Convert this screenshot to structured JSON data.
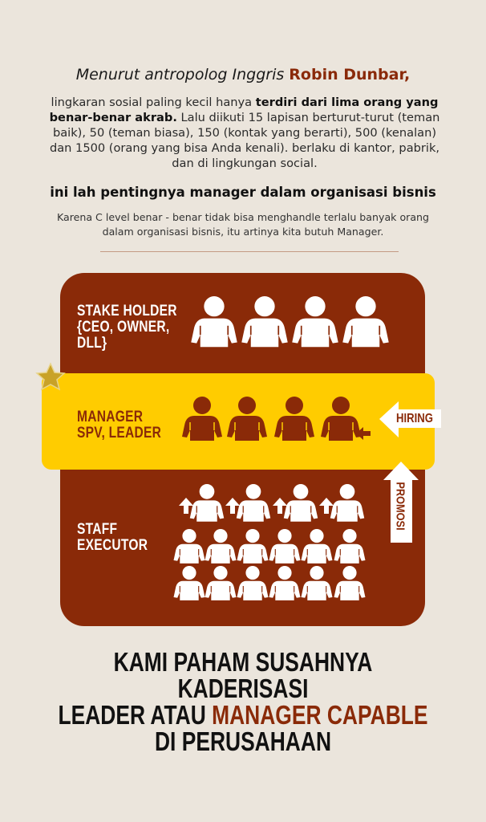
{
  "intro": {
    "title_prefix": "Menurut antropolog Inggris",
    "title_highlight": "Robin Dunbar,",
    "para_1": "lingkaran sosial paling kecil hanya",
    "para_bold": "terdiri dari lima orang yang benar-benar akrab.",
    "para_2": "Lalu diikuti 15 lapisan berturut-turut (teman baik), 50 (teman biasa), 150 (kontak yang berarti), 500 (kenalan) dan 1500 (orang yang bisa Anda kenali). berlaku di kantor, pabrik, dan di lingkungan social.",
    "heading": "ini lah pentingnya manager dalam organisasi bisnis",
    "subtext": "Karena C level benar - benar tidak bisa menghandle terlalu banyak orang dalam organisasi bisnis, itu artinya kita butuh Manager."
  },
  "diagram": {
    "stakeholder_line1": "STAKE HOLDER",
    "stakeholder_line2": "{CEO, OWNER,",
    "stakeholder_line3": "DLL}",
    "manager_line1": "MANAGER",
    "manager_line2": "SPV, LEADER",
    "staff_line1": "STAFF",
    "staff_line2": "EXECUTOR",
    "hiring_label": "HIRING",
    "promosi_label": "PROMOSI",
    "stakeholder_count": 4,
    "manager_count": 4,
    "promoted_staff_count": 4,
    "staff_count": 12,
    "colors": {
      "brown": "#8a2a08",
      "yellow": "#ffcc00",
      "background": "#ebe5dc",
      "star": "#c9a227"
    }
  },
  "closing": {
    "line1": "KAMI PAHAM SUSAHNYA KADERISASI",
    "line2_prefix": "LEADER ATAU",
    "line2_highlight": "MANAGER CAPABLE",
    "line3": "DI PERUSAHAAN"
  }
}
